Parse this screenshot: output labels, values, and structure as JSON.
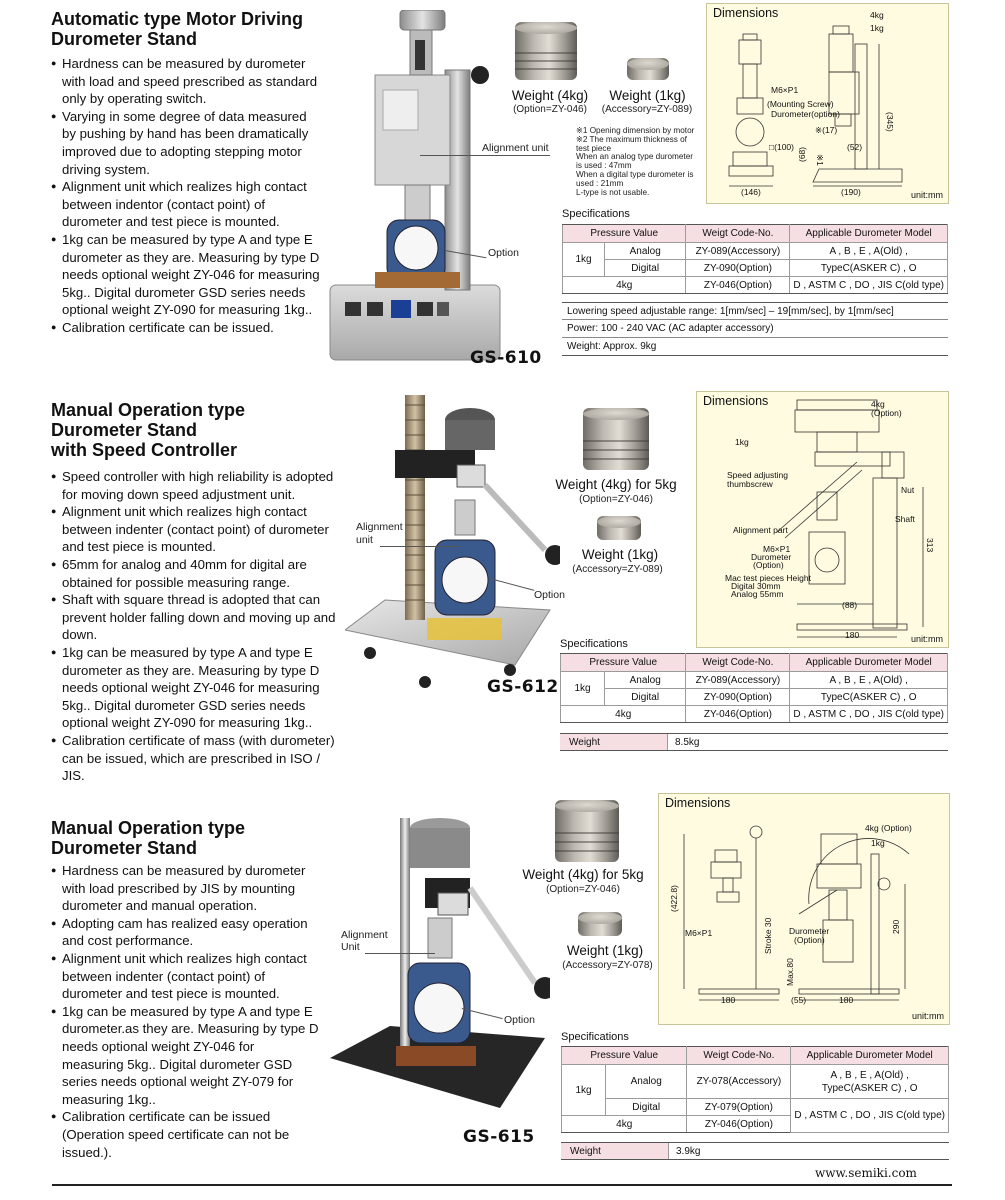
{
  "section1": {
    "title": [
      "Automatic type Motor Driving",
      "Durometer Stand"
    ],
    "bullets": [
      "Hardness can be measured by durometer with load and speed prescribed as standard only by operating switch.",
      "Varying in some degree of data measured by pushing by hand has been dramatically improved due to adopting stepping motor driving system.",
      "Alignment unit which realizes high contact between indentor (contact point) of durometer and test piece is mounted.",
      "1kg can be measured by type A and type E durometer as they are. Measuring by type D needs optional weight ZY-046 for measuring 5kg.. Digital durometer GSD series needs optional weight ZY-090 for measuring 1kg..",
      "Calibration certificate can be issued."
    ],
    "model": "GS-610",
    "callouts": {
      "alignment": "Alignment unit",
      "option": "Option"
    },
    "weights": [
      {
        "label": "Weight (4kg)",
        "sub": "(Option=ZY-046)"
      },
      {
        "label": "Weight (1kg)",
        "sub": "(Accessory=ZY-089)"
      }
    ],
    "notes": [
      "※1 Opening dimension by motor",
      "※2 The maximum thickness of",
      "test piece",
      "When an analog type durometer",
      "is used : 47mm",
      "When a digital type durometer is",
      "used : 21mm",
      "L-type is not usable."
    ],
    "dimensions": {
      "title": "Dimensions",
      "unit": "unit:mm",
      "labels": {
        "w4": "4kg",
        "w1": "1kg",
        "m6": "M6×P1",
        "ms": "(Mounting Screw)",
        "dur": "Durometer(option)",
        "d17": "※(17)",
        "d100": "□(100)",
        "d52": "(52)",
        "d345": "(345)",
        "d68": "(68)",
        "n1": "※1",
        "d146": "(146)",
        "d190": "(190)"
      }
    },
    "spec": {
      "label": "Specifications",
      "headers": [
        "Pressure Value",
        "Weigt Code-No.",
        "Applicable Durometer Model"
      ],
      "rows": {
        "kg1": "1kg",
        "analog": "Analog",
        "digital": "Digital",
        "kg4": "4kg",
        "code_analog": "ZY-089(Accessory)",
        "code_digital": "ZY-090(Option)",
        "code_4kg": "ZY-046(Option)",
        "model_analog": "A , B , E , A(Old) ,",
        "model_digital": "TypeC(ASKER C) , O",
        "model_4kg": "D , ASTM C , DO , JIS C(old type)"
      },
      "extra": [
        "Lowering speed adjustable range: 1[mm/sec] – 19[mm/sec], by 1[mm/sec]",
        "Power: 100 - 240 VAC (AC adapter accessory)",
        "Weight: Approx. 9kg"
      ]
    }
  },
  "section2": {
    "title": [
      "Manual Operation type",
      "Durometer Stand",
      "with Speed Controller"
    ],
    "bullets": [
      "Speed controller with high reliability is adopted for moving down speed adjustment unit.",
      "Alignment unit which realizes high contact between indenter (contact point) of durometer and test piece is mounted.",
      "65mm for analog and 40mm for digital are obtained for possible measuring range.",
      "Shaft with square thread is adopted that can prevent holder falling down and moving up and down.",
      "1kg can be measured by type A and type E durometer as they are. Measuring by type D needs optional weight ZY-046 for measuring 5kg.. Digital durometer GSD series needs optional weight ZY-090 for measuring 1kg..",
      "Calibration certificate of mass (with durometer) can be issued, which are prescribed in ISO / JIS."
    ],
    "model": "GS-612",
    "callouts": {
      "alignment1": "Alignment",
      "alignment2": "unit",
      "option": "Option"
    },
    "weights": [
      {
        "label": "Weight (4kg) for 5kg",
        "sub": "(Option=ZY-046)"
      },
      {
        "label": "Weight (1kg)",
        "sub": "(Accessory=ZY-089)"
      }
    ],
    "dimensions": {
      "title": "Dimensions",
      "unit": "unit:mm",
      "labels": {
        "w4": "4kg",
        "w4o": "(Option)",
        "w1": "1kg",
        "spd1": "Speed adjusting",
        "spd2": "thumbscrew",
        "nut": "Nut",
        "shaft": "Shaft",
        "align": "Alignment part",
        "m6": "M6×P1",
        "dur1": "Durometer",
        "dur2": "(Option)",
        "mac": "Mac test pieces Height",
        "dig": "Digital   30mm",
        "ana": "Analog   55mm",
        "d313": "313",
        "d88": "(88)",
        "d180": "180"
      }
    },
    "spec": {
      "label": "Specifications",
      "headers": [
        "Pressure Value",
        "Weigt Code-No.",
        "Applicable Durometer Model"
      ],
      "rows": {
        "kg1": "1kg",
        "analog": "Analog",
        "digital": "Digital",
        "kg4": "4kg",
        "code_analog": "ZY-089(Accessory)",
        "code_digital": "ZY-090(Option)",
        "code_4kg": "ZY-046(Option)",
        "model_analog": "A , B , E , A(Old) ,",
        "model_digital": "TypeC(ASKER C) , O",
        "model_4kg": "D , ASTM C , DO , JIS C(old type)"
      },
      "weight_label": "Weight",
      "weight_value": "8.5kg"
    }
  },
  "section3": {
    "title": [
      "Manual Operation type",
      "Durometer Stand"
    ],
    "bullets": [
      "Hardness can be measured by durometer with load prescribed by JIS by mounting durometer and manual operation.",
      "Adopting cam has realized easy operation and cost performance.",
      "Alignment unit which realizes high contact between indenter (contact point) of durometer and test piece is mounted.",
      "1kg can be measured by type A and type E durometer.as they are. Measuring by type D needs optional weight ZY-046 for measuring 5kg.. Digital durometer GSD series needs optional weight ZY-079 for measuring 1kg..",
      "Calibration certificate can be issued (Operation speed certificate can not be issued.)."
    ],
    "model": "GS-615",
    "callouts": {
      "alignment1": "Alignment",
      "alignment2": "Unit",
      "option": "Option"
    },
    "weights": [
      {
        "label": "Weight (4kg) for 5kg",
        "sub": "(Option=ZY-046)"
      },
      {
        "label": "Weight (1kg)",
        "sub": "(Accessory=ZY-078)"
      }
    ],
    "dimensions": {
      "title": "Dimensions",
      "unit": "unit:mm",
      "labels": {
        "w4": "4kg (Option)",
        "w1": "1kg",
        "d4228": "(422.8)",
        "m6": "M6×P1",
        "stroke": "Stroke 30",
        "dur1": "Durometer",
        "dur2": "(Option)",
        "max80": "Max.80",
        "d290": "290",
        "d180a": "180",
        "d55": "(55)",
        "d180b": "180"
      }
    },
    "spec": {
      "label": "Specifications",
      "headers": [
        "Pressure Value",
        "Weigt Code-No.",
        "Applicable Durometer Model"
      ],
      "rows": {
        "kg1": "1kg",
        "analog": "Analog",
        "digital": "Digital",
        "kg4": "4kg",
        "code_analog": "ZY-078(Accessory)",
        "code_digital": "ZY-079(Option)",
        "code_4kg": "ZY-046(Option)",
        "model_analog1": "A , B , E , A(Old) ,",
        "model_analog2": "TypeC(ASKER C) , O",
        "model_digital": "D , ASTM C , DO , JIS C(old type)"
      },
      "weight_label": "Weight",
      "weight_value": "3.9kg"
    }
  },
  "footer": {
    "url": "www.semiki.com"
  },
  "colors": {
    "header_bg": "#f6dfe3",
    "dim_bg": "#fffbe0",
    "text": "#111111"
  }
}
